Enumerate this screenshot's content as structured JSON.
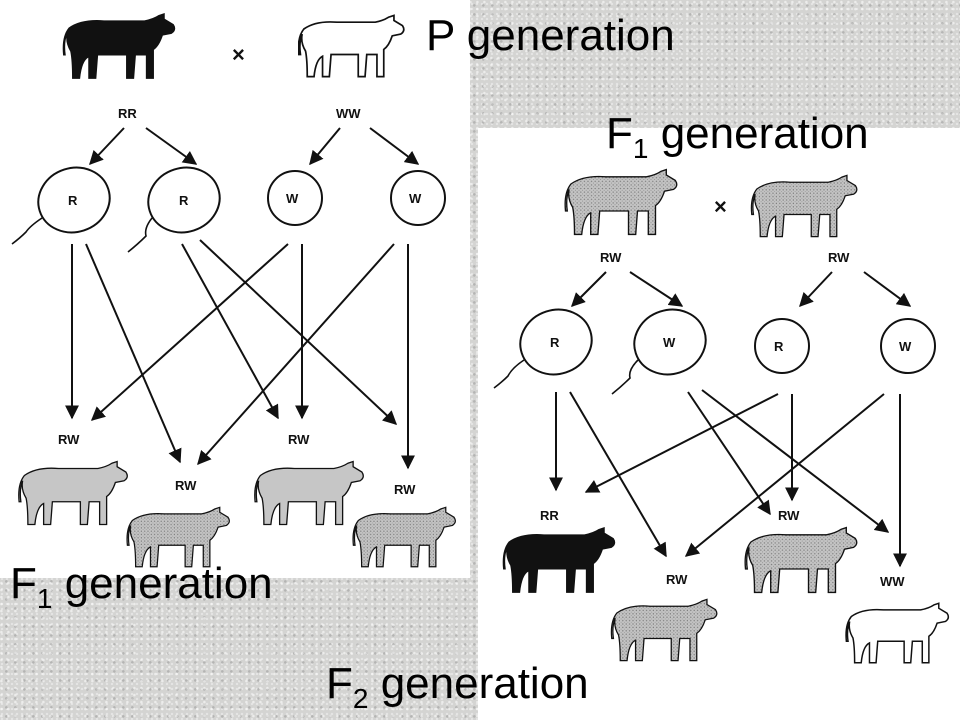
{
  "labels": {
    "p_generation": "P generation",
    "f1_right_prefix": "F",
    "f1_right_sub": "1",
    "f1_right_suffix": " generation",
    "f1_left_prefix": "F",
    "f1_left_sub": "1",
    "f1_left_suffix": " generation",
    "f2_prefix": "F",
    "f2_sub": "2",
    "f2_suffix": " generation"
  },
  "cross_symbol": "×",
  "left_cross": {
    "parent1_genotype": "RR",
    "parent2_genotype": "WW",
    "gametes": [
      "R",
      "R",
      "W",
      "W"
    ],
    "offspring_genotypes": [
      "RW",
      "RW",
      "RW",
      "RW"
    ]
  },
  "right_cross": {
    "parent1_genotype": "RW",
    "parent2_genotype": "RW",
    "gametes": [
      "R",
      "W",
      "R",
      "W"
    ],
    "offspring_genotypes": [
      "RR",
      "RW",
      "RW",
      "WW"
    ]
  },
  "colors": {
    "red_cow": "#111111",
    "roan_cow": "#b9b9b9",
    "white_cow": "#ffffff"
  }
}
